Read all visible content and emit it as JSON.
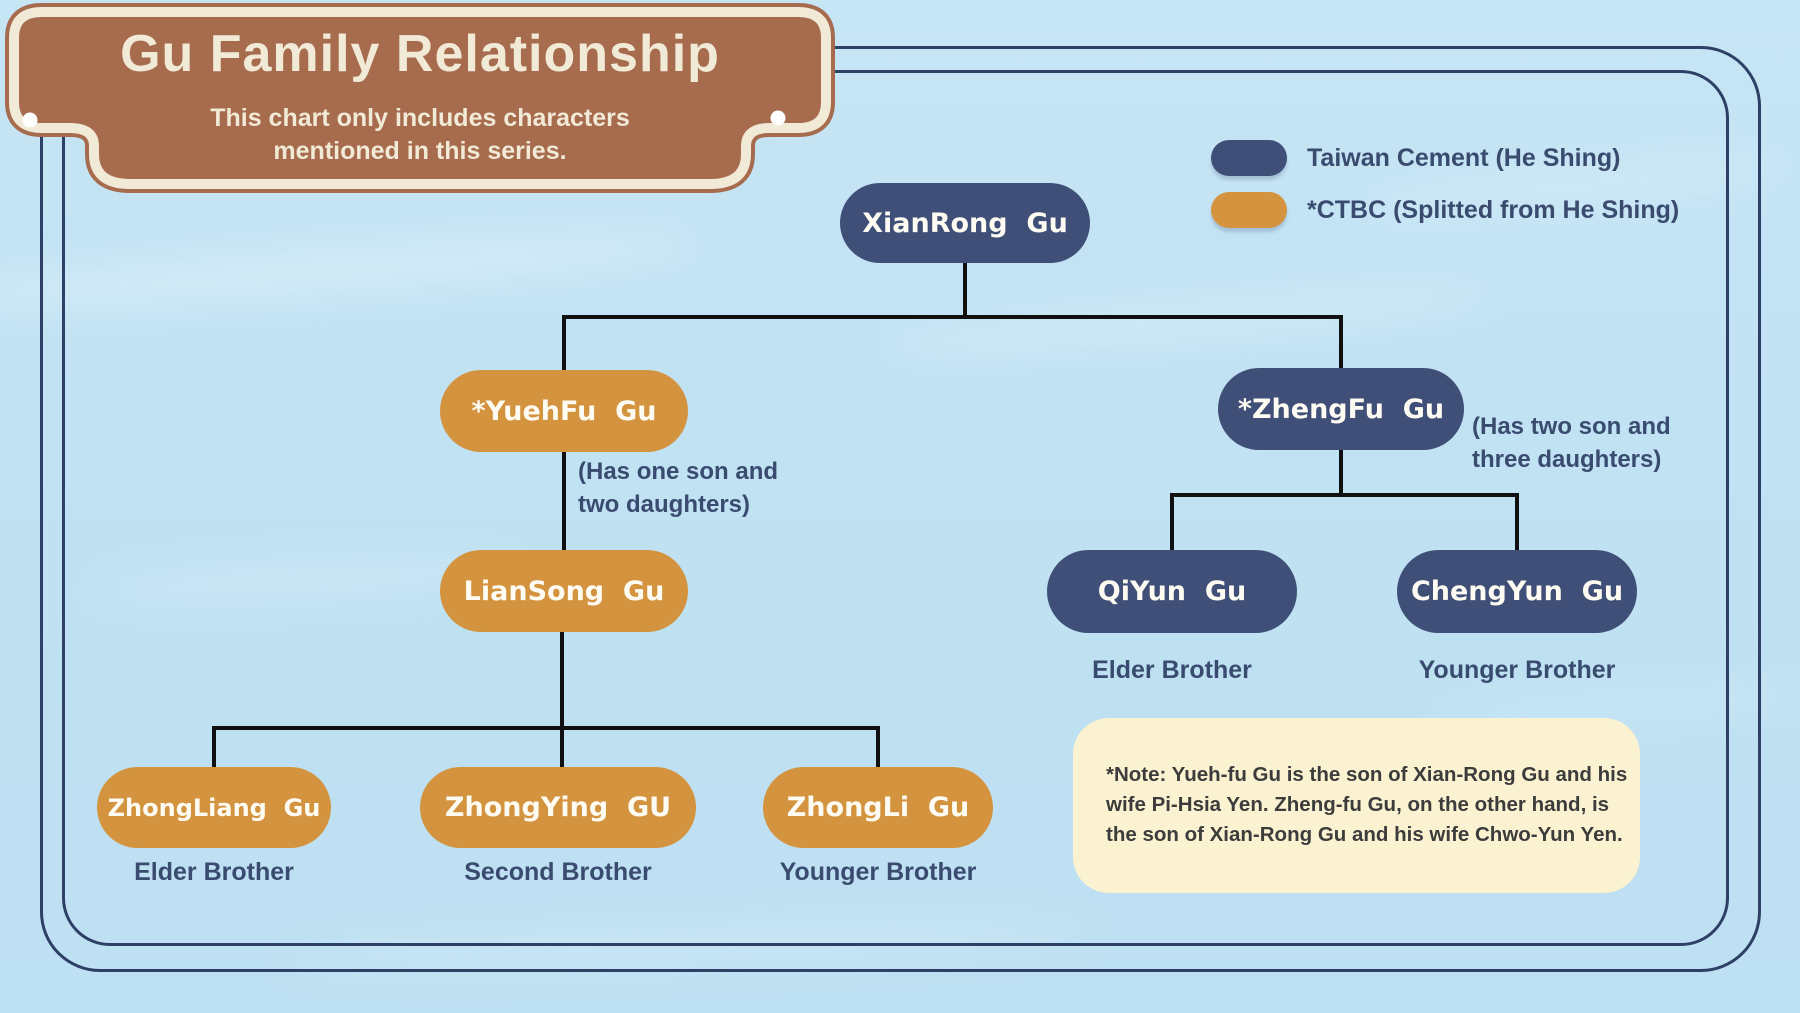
{
  "banner": {
    "title": "Gu Family Relationship",
    "subtitle_line1": "This chart only includes characters",
    "subtitle_line2": "mentioned in this series."
  },
  "legend": {
    "taiwan_cement": "Taiwan Cement (He Shing)",
    "ctbc": "*CTBC (Splitted from He Shing)"
  },
  "nodes": {
    "xianrong": {
      "label": "XianRong  Gu",
      "company": "Taiwan Cement (He Shing)"
    },
    "yuehfu": {
      "label": "*YuehFu  Gu",
      "company": "CTBC",
      "note_line1": "(Has one son and",
      "note_line2": "two daughters)"
    },
    "zhengfu": {
      "label": "*ZhengFu  Gu",
      "company": "Taiwan Cement (He Shing)",
      "note_line1": "(Has two son and",
      "note_line2": "three daughters)"
    },
    "liansong": {
      "label": "LianSong  Gu",
      "company": "CTBC"
    },
    "qiyun": {
      "label": "QiYun  Gu",
      "company": "Taiwan Cement (He Shing)",
      "relation": "Elder Brother"
    },
    "chengyun": {
      "label": "ChengYun  Gu",
      "company": "Taiwan Cement (He Shing)",
      "relation": "Younger Brother"
    },
    "zhongliang": {
      "label": "ZhongLiang  Gu",
      "company": "CTBC",
      "relation": "Elder Brother"
    },
    "zhongying": {
      "label": "ZhongYing  GU",
      "company": "CTBC",
      "relation": "Second Brother"
    },
    "zhongli": {
      "label": "ZhongLi  Gu",
      "company": "CTBC",
      "relation": "Younger Brother"
    }
  },
  "note": {
    "line1": "*Note: Yueh-fu Gu is the son of Xian-Rong Gu and his",
    "line2": "wife Pi-Hsia Yen. Zheng-fu Gu, on the other hand, is",
    "line3": "the son of Xian-Rong Gu and his wife Chwo-Yun Yen."
  },
  "colors": {
    "navy_pill": "#3f4f77",
    "orange_pill": "#d4943f",
    "background": "#c2e2f3",
    "frame": "#2e4066",
    "banner_brown": "#a76b4e",
    "banner_cream": "#f1ead6",
    "note_background": "#faf2d0",
    "label_text": "#3a4b70",
    "connector": "#101010"
  }
}
